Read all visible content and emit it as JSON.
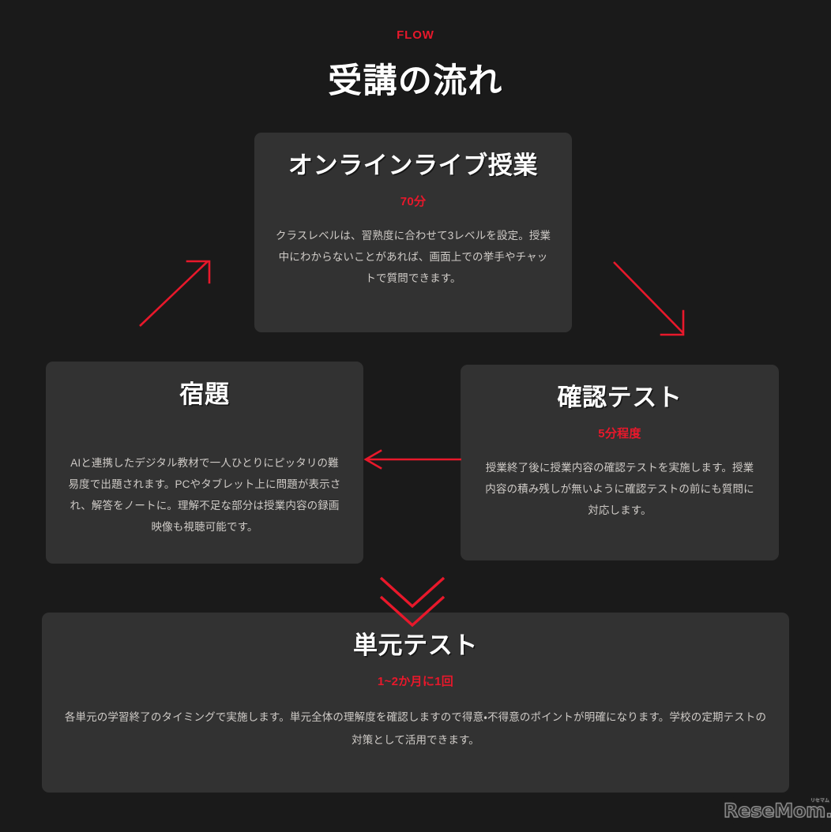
{
  "header": {
    "eyebrow": "FLOW",
    "title": "受講の流れ"
  },
  "accent_colors": {
    "red": "#e8182b",
    "background": "#1a1a1a",
    "card": "#323232",
    "body_text": "#cfcbc7"
  },
  "cards": [
    {
      "id": "online-lesson",
      "title": "オンラインライブ授業",
      "time": "70分",
      "body": "クラスレベルは、習熟度に合わせて3レベルを設定。授業中にわからないことがあれば、画面上での挙手やチャットで質問できます。"
    },
    {
      "id": "homework",
      "title": "宿題",
      "time": "",
      "body": "AIと連携したデジタル教材で一人ひとりにピッタリの難易度で出題されます。PCやタブレット上に問題が表示され、解答をノートに。理解不足な部分は授業内容の録画映像も視聴可能です。"
    },
    {
      "id": "check-test",
      "title": "確認テスト",
      "time": "5分程度",
      "body": "授業終了後に授業内容の確認テストを実施します。授業内容の積み残しが無いように確認テストの前にも質問に対応します。"
    },
    {
      "id": "unit-test",
      "title": "単元テスト",
      "time": "1~2か月に1回",
      "body": "各単元の学習終了のタイミングで実施します。単元全体の理解度を確認しますので得意・不得意のポイントが明確になります。学校の定期テストの対策として活用できます。"
    }
  ],
  "arrows": [
    {
      "id": "arrow-up-left",
      "icon": "arrow-up-right-icon"
    },
    {
      "id": "arrow-down-right",
      "icon": "arrow-down-right-icon"
    },
    {
      "id": "arrow-left",
      "icon": "arrow-left-icon"
    },
    {
      "id": "arrow-down",
      "icon": "double-chevron-down-icon"
    }
  ],
  "watermark": {
    "text": "ReseMom.",
    "sup": "リセマム"
  }
}
